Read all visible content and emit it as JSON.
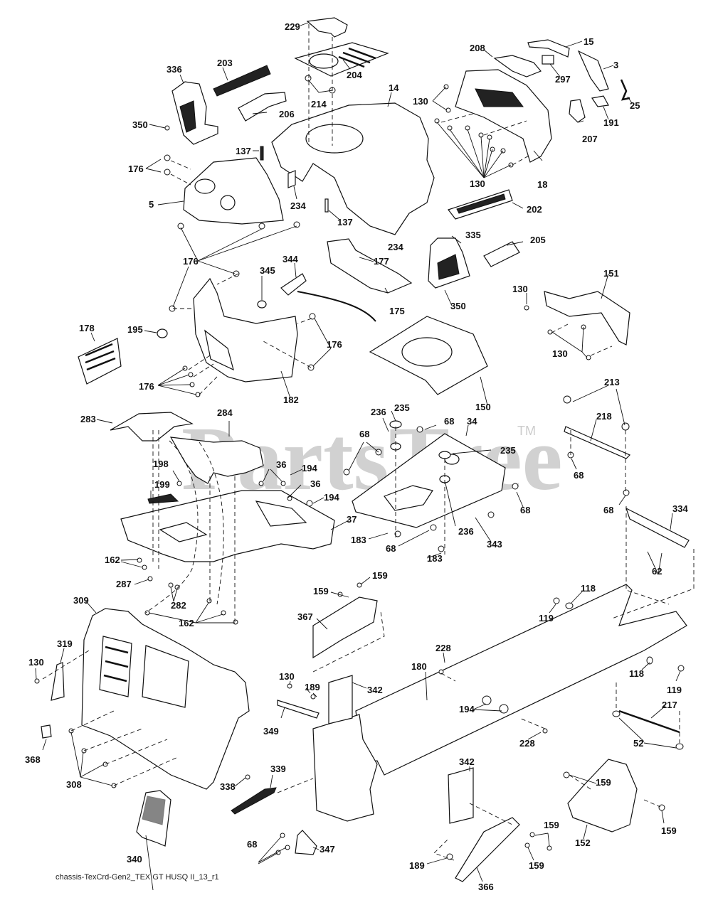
{
  "diagram": {
    "title": "Chassis exploded parts diagram",
    "caption": "chassis-TexCrd-Gen2_TEX GT HUSQ II_13_r1",
    "watermark": {
      "text": "PartsTree",
      "trademark": "TM"
    },
    "callouts": [
      {
        "id": "c229",
        "label": "229",
        "part": "fuel-cap-cover"
      },
      {
        "id": "c204",
        "label": "204",
        "part": "hood-top-panel"
      },
      {
        "id": "c214",
        "label": "214",
        "part": "clip-nuts"
      },
      {
        "id": "c203",
        "label": "203",
        "part": "vent-grille-strip"
      },
      {
        "id": "c206",
        "label": "206",
        "part": "side-vent-insert"
      },
      {
        "id": "c336",
        "label": "336",
        "part": "left-side-panel"
      },
      {
        "id": "c350a",
        "label": "350",
        "part": "screw"
      },
      {
        "id": "c137a",
        "label": "137",
        "part": "pin"
      },
      {
        "id": "c14",
        "label": "14",
        "part": "hood"
      },
      {
        "id": "c176a",
        "label": "176",
        "part": "screws-dash-upper"
      },
      {
        "id": "c5",
        "label": "5",
        "part": "dash-panel"
      },
      {
        "id": "c234a",
        "label": "234",
        "part": "bumper-pad"
      },
      {
        "id": "c137b",
        "label": "137",
        "part": "pin"
      },
      {
        "id": "c208",
        "label": "208",
        "part": "headlight-bracket"
      },
      {
        "id": "c15",
        "label": "15",
        "part": "trim-strip"
      },
      {
        "id": "c297",
        "label": "297",
        "part": "clip"
      },
      {
        "id": "c3",
        "label": "3",
        "part": "side-bracket"
      },
      {
        "id": "c25",
        "label": "25",
        "part": "clip-spring"
      },
      {
        "id": "c130a",
        "label": "130",
        "part": "screws-grille-upper"
      },
      {
        "id": "c207",
        "label": "207",
        "part": "headlight-bulb-socket"
      },
      {
        "id": "c191",
        "label": "191",
        "part": "headlight-lens"
      },
      {
        "id": "c130b",
        "label": "130",
        "part": "screws-grille-lower"
      },
      {
        "id": "c18",
        "label": "18",
        "part": "front-grille"
      },
      {
        "id": "c202",
        "label": "202",
        "part": "front-vent-grille"
      },
      {
        "id": "c176b",
        "label": "176",
        "part": "screws-dash-lower"
      },
      {
        "id": "c345",
        "label": "345",
        "part": "plug"
      },
      {
        "id": "c344",
        "label": "344",
        "part": "switch-bracket"
      },
      {
        "id": "c177",
        "label": "177",
        "part": "nut"
      },
      {
        "id": "c234b",
        "label": "234",
        "part": "bumper-pad"
      },
      {
        "id": "c335",
        "label": "335",
        "part": "right-side-panel"
      },
      {
        "id": "c205",
        "label": "205",
        "part": "side-vent-insert-right"
      },
      {
        "id": "c175",
        "label": "175",
        "part": "dash-bracket"
      },
      {
        "id": "c350b",
        "label": "350",
        "part": "screw"
      },
      {
        "id": "c151",
        "label": "151",
        "part": "front-bracket"
      },
      {
        "id": "c130c",
        "label": "130",
        "part": "screw"
      },
      {
        "id": "c130d",
        "label": "130",
        "part": "screws-front-bracket"
      },
      {
        "id": "c178",
        "label": "178",
        "part": "vent-grille-plate"
      },
      {
        "id": "c195",
        "label": "195",
        "part": "plug-button"
      },
      {
        "id": "c176c",
        "label": "176",
        "part": "screw"
      },
      {
        "id": "c176d",
        "label": "176",
        "part": "screws-console-lower"
      },
      {
        "id": "c182",
        "label": "182",
        "part": "dash-console-lower"
      },
      {
        "id": "c150",
        "label": "150",
        "part": "battery-tray"
      },
      {
        "id": "c213",
        "label": "213",
        "part": "bolts"
      },
      {
        "id": "c218",
        "label": "218",
        "part": "brace-bar"
      },
      {
        "id": "c68a",
        "label": "68",
        "part": "bolt"
      },
      {
        "id": "c283",
        "label": "283",
        "part": "rear-fender-cover"
      },
      {
        "id": "c284",
        "label": "284",
        "part": "seat-pan-cover"
      },
      {
        "id": "c236a",
        "label": "236",
        "part": "spacer"
      },
      {
        "id": "c235a",
        "label": "235",
        "part": "grommet"
      },
      {
        "id": "c68b",
        "label": "68",
        "part": "bolt"
      },
      {
        "id": "c34",
        "label": "34",
        "part": "seat-plate"
      },
      {
        "id": "c68c",
        "label": "68",
        "part": "bolts"
      },
      {
        "id": "c235b",
        "label": "235",
        "part": "grommet"
      },
      {
        "id": "c198",
        "label": "198",
        "part": "clip"
      },
      {
        "id": "c36a",
        "label": "36",
        "part": "bolts"
      },
      {
        "id": "c194a",
        "label": "194",
        "part": "nut"
      },
      {
        "id": "c36b",
        "label": "36",
        "part": "bolts"
      },
      {
        "id": "c194b",
        "label": "194",
        "part": "nut"
      },
      {
        "id": "c199",
        "label": "199",
        "part": "decal"
      },
      {
        "id": "c37",
        "label": "37",
        "part": "fender"
      },
      {
        "id": "c68d",
        "label": "68",
        "part": "bolt"
      },
      {
        "id": "c68e",
        "label": "68",
        "part": "bolt"
      },
      {
        "id": "c334",
        "label": "334",
        "part": "rear-bracket"
      },
      {
        "id": "c236b",
        "label": "236",
        "part": "spacer"
      },
      {
        "id": "c183a",
        "label": "183",
        "part": "bolt"
      },
      {
        "id": "c68f",
        "label": "68",
        "part": "bolt"
      },
      {
        "id": "c343",
        "label": "343",
        "part": "switch-clip"
      },
      {
        "id": "c183b",
        "label": "183",
        "part": "bolt"
      },
      {
        "id": "c62",
        "label": "62",
        "part": "bolts"
      },
      {
        "id": "c162a",
        "label": "162",
        "part": "bolts"
      },
      {
        "id": "c287",
        "label": "287",
        "part": "bolt"
      },
      {
        "id": "c282",
        "label": "282",
        "part": "clip-nuts"
      },
      {
        "id": "c162b",
        "label": "162",
        "part": "bolts"
      },
      {
        "id": "c159a",
        "label": "159",
        "part": "bolt"
      },
      {
        "id": "c159b",
        "label": "159",
        "part": "bolts"
      },
      {
        "id": "c367",
        "label": "367",
        "part": "hinge-plate-left"
      },
      {
        "id": "c118a",
        "label": "118",
        "part": "washer"
      },
      {
        "id": "c119a",
        "label": "119",
        "part": "nut"
      },
      {
        "id": "c309",
        "label": "309",
        "part": "front-frame-panel"
      },
      {
        "id": "c319",
        "label": "319",
        "part": "bumper-strip"
      },
      {
        "id": "c130e",
        "label": "130",
        "part": "screw"
      },
      {
        "id": "c228a",
        "label": "228",
        "part": "pin"
      },
      {
        "id": "c180",
        "label": "180",
        "part": "main-frame"
      },
      {
        "id": "c118b",
        "label": "118",
        "part": "washer"
      },
      {
        "id": "c119b",
        "label": "119",
        "part": "nut"
      },
      {
        "id": "c130f",
        "label": "130",
        "part": "screw"
      },
      {
        "id": "c189a",
        "label": "189",
        "part": "bolts"
      },
      {
        "id": "c342a",
        "label": "342",
        "part": "bracket"
      },
      {
        "id": "c349",
        "label": "349",
        "part": "rod"
      },
      {
        "id": "c194c",
        "label": "194",
        "part": "nuts"
      },
      {
        "id": "c217",
        "label": "217",
        "part": "axle-brace"
      },
      {
        "id": "c368",
        "label": "368",
        "part": "decal"
      },
      {
        "id": "c228b",
        "label": "228",
        "part": "pin"
      },
      {
        "id": "c52",
        "label": "52",
        "part": "nuts"
      },
      {
        "id": "c308",
        "label": "308",
        "part": "screws"
      },
      {
        "id": "c338",
        "label": "338",
        "part": "screw"
      },
      {
        "id": "c339",
        "label": "339",
        "part": "handle"
      },
      {
        "id": "c342b",
        "label": "342",
        "part": "bracket"
      },
      {
        "id": "c159c",
        "label": "159",
        "part": "bolt"
      },
      {
        "id": "c340",
        "label": "340",
        "part": "mesh-cover"
      },
      {
        "id": "c159d",
        "label": "159",
        "part": "bolt"
      },
      {
        "id": "c152",
        "label": "152",
        "part": "rear-hitch"
      },
      {
        "id": "c68g",
        "label": "68",
        "part": "bolts"
      },
      {
        "id": "c347",
        "label": "347",
        "part": "bracket-plate"
      },
      {
        "id": "c159e",
        "label": "159",
        "part": "bolt"
      },
      {
        "id": "c189b",
        "label": "189",
        "part": "bolt"
      },
      {
        "id": "c159f",
        "label": "159",
        "part": "bolt"
      },
      {
        "id": "c366",
        "label": "366",
        "part": "hinge-plate-right"
      }
    ]
  }
}
